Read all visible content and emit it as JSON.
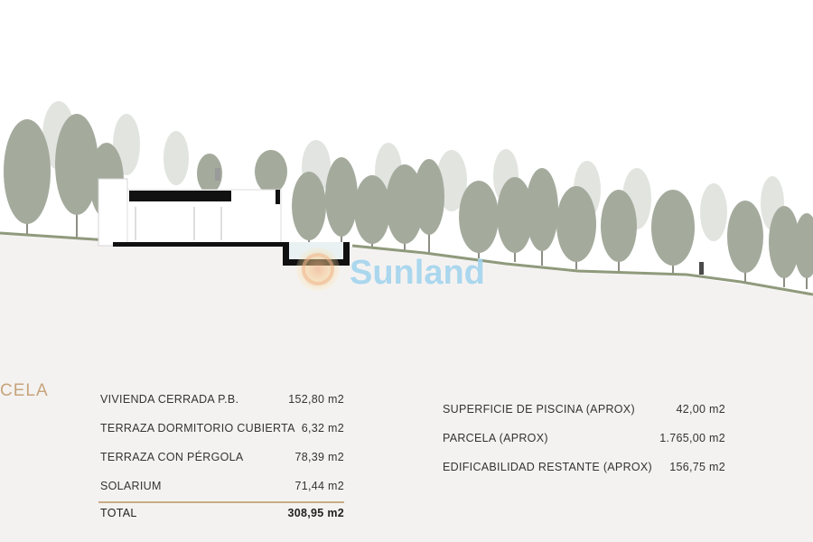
{
  "watermark": {
    "text": "Sunland"
  },
  "section": {
    "title": "CELA"
  },
  "areas": {
    "rows": [
      {
        "label": "VIVIENDA CERRADA P.B.",
        "value": "152,80 m2"
      },
      {
        "label": "TERRAZA DORMITORIO CUBIERTA",
        "value": "6,32 m2"
      },
      {
        "label": "TERRAZA CON PÉRGOLA",
        "value": "78,39 m2"
      },
      {
        "label": "SOLARIUM",
        "value": "71,44 m2"
      }
    ],
    "total": {
      "label": "TOTAL",
      "value": "308,95 m2"
    }
  },
  "plot": {
    "rows": [
      {
        "label": "SUPERFICIE DE PISCINA (APROX)",
        "value": "42,00 m2"
      },
      {
        "label": "PARCELA (APROX)",
        "value": "1.765,00 m2"
      },
      {
        "label": "EDIFICABILIDAD RESTANTE (APROX)",
        "value": "156,75 m2"
      }
    ]
  },
  "colors": {
    "accent": "#c7a47b",
    "watermark": "#9fd3ee",
    "watermark_logo": "#f3c29a",
    "ground": "#f4f2f1"
  }
}
